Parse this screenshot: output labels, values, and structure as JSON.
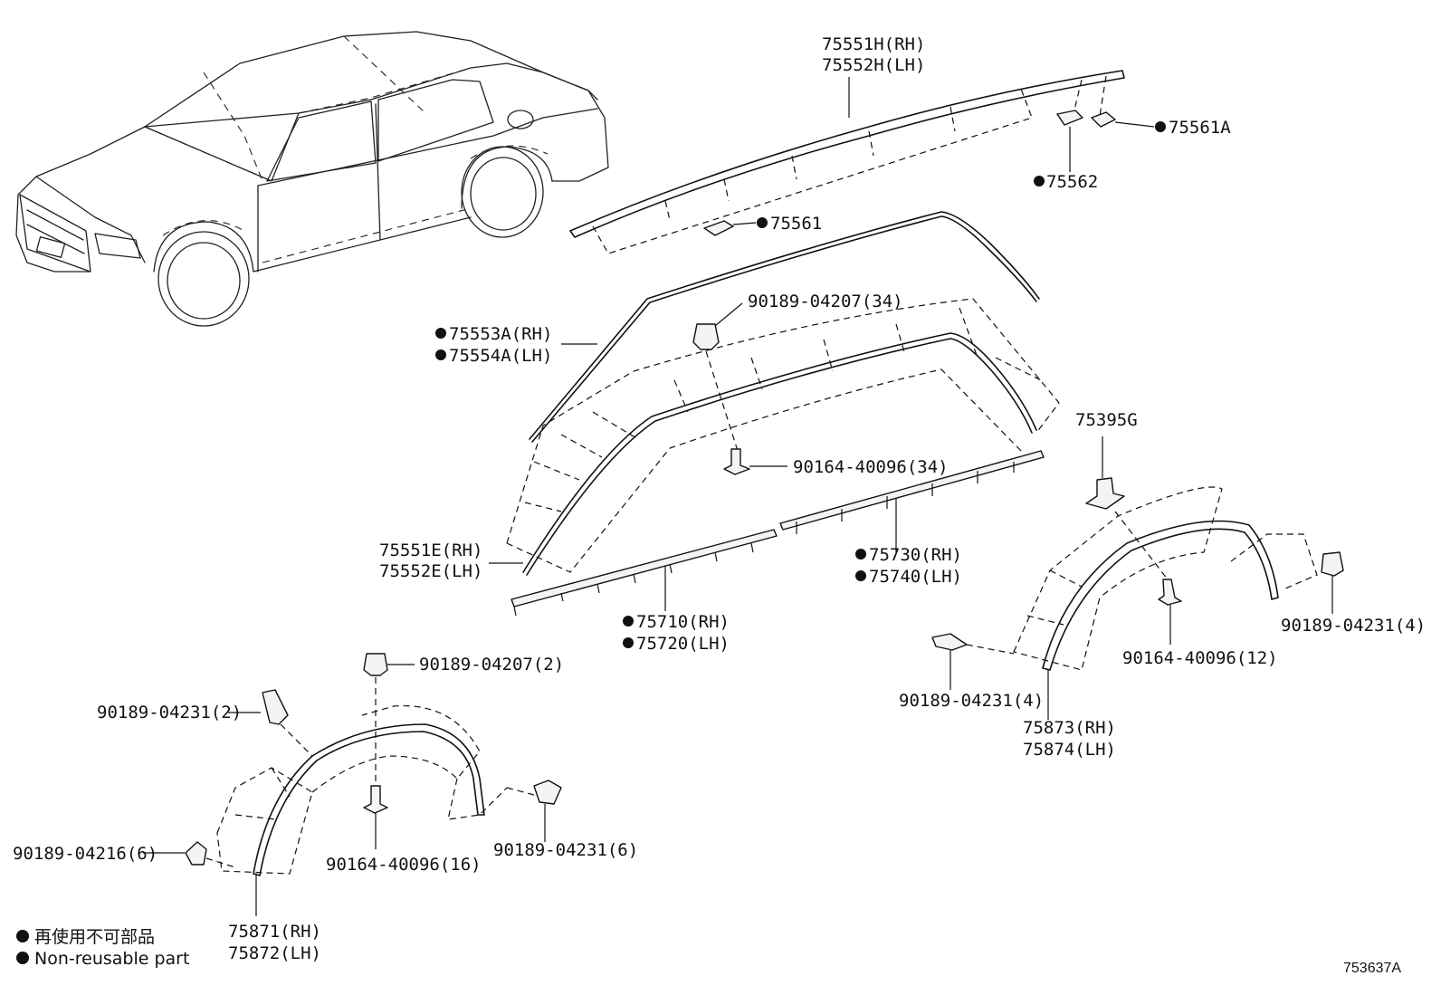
{
  "labels": {
    "l75551H": "75551H(RH)",
    "l75552H": "75552H(LH)",
    "l75561A": "75561A",
    "l75562": "75562",
    "l75561": "75561",
    "l75553A": "75553A(RH)",
    "l75554A": "75554A(LH)",
    "l9018904207_34": "90189-04207(34)",
    "l9016440096_34": "90164-40096(34)",
    "l75551E": "75551E(RH)",
    "l75552E": "75552E(LH)",
    "l75730": "75730(RH)",
    "l75740": "75740(LH)",
    "l75710": "75710(RH)",
    "l75720": "75720(LH)",
    "l75395G": "75395G",
    "l9018904231_4a": "90189-04231(4)",
    "l9016440096_12": "90164-40096(12)",
    "l9018904231_4b": "90189-04231(4)",
    "l75873": "75873(RH)",
    "l75874": "75874(LH)",
    "l9018904207_2": "90189-04207(2)",
    "l9018904231_2": "90189-04231(2)",
    "l9018904216_6": "90189-04216(6)",
    "l9016440096_16": "90164-40096(16)",
    "l9018904231_6": "90189-04231(6)",
    "l75871": "75871(RH)",
    "l75872": "75872(LH)"
  },
  "legend": {
    "line1": "再使用不可部品",
    "line2": "Non-reusable part"
  },
  "reference": "753637A"
}
